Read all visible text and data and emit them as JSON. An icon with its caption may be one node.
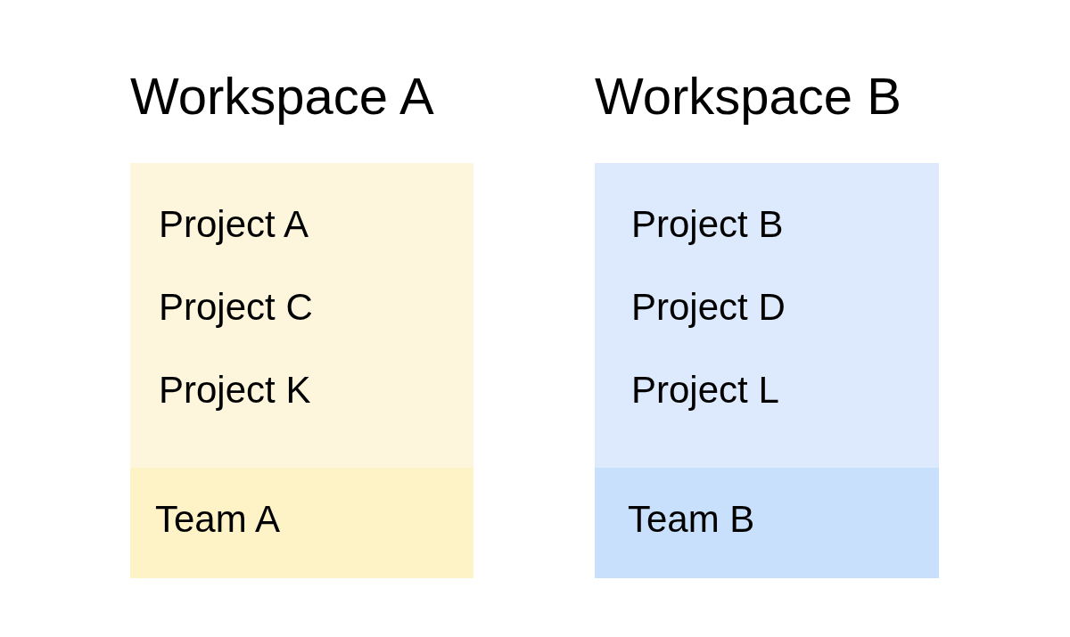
{
  "diagram": {
    "nodes": [
      {
        "text": [
          "Workspace A",
          "Project A",
          "Project C",
          "Project K"
        ]
      },
      {
        "text": [
          "Team A"
        ],
        "in": 0
      },
      {
        "text": [
          "Workspace B",
          "Project B",
          "Project D",
          "Project L"
        ]
      },
      {
        "text": [
          "Team B"
        ],
        "in": 2
      }
    ],
    "edges": []
  }
}
